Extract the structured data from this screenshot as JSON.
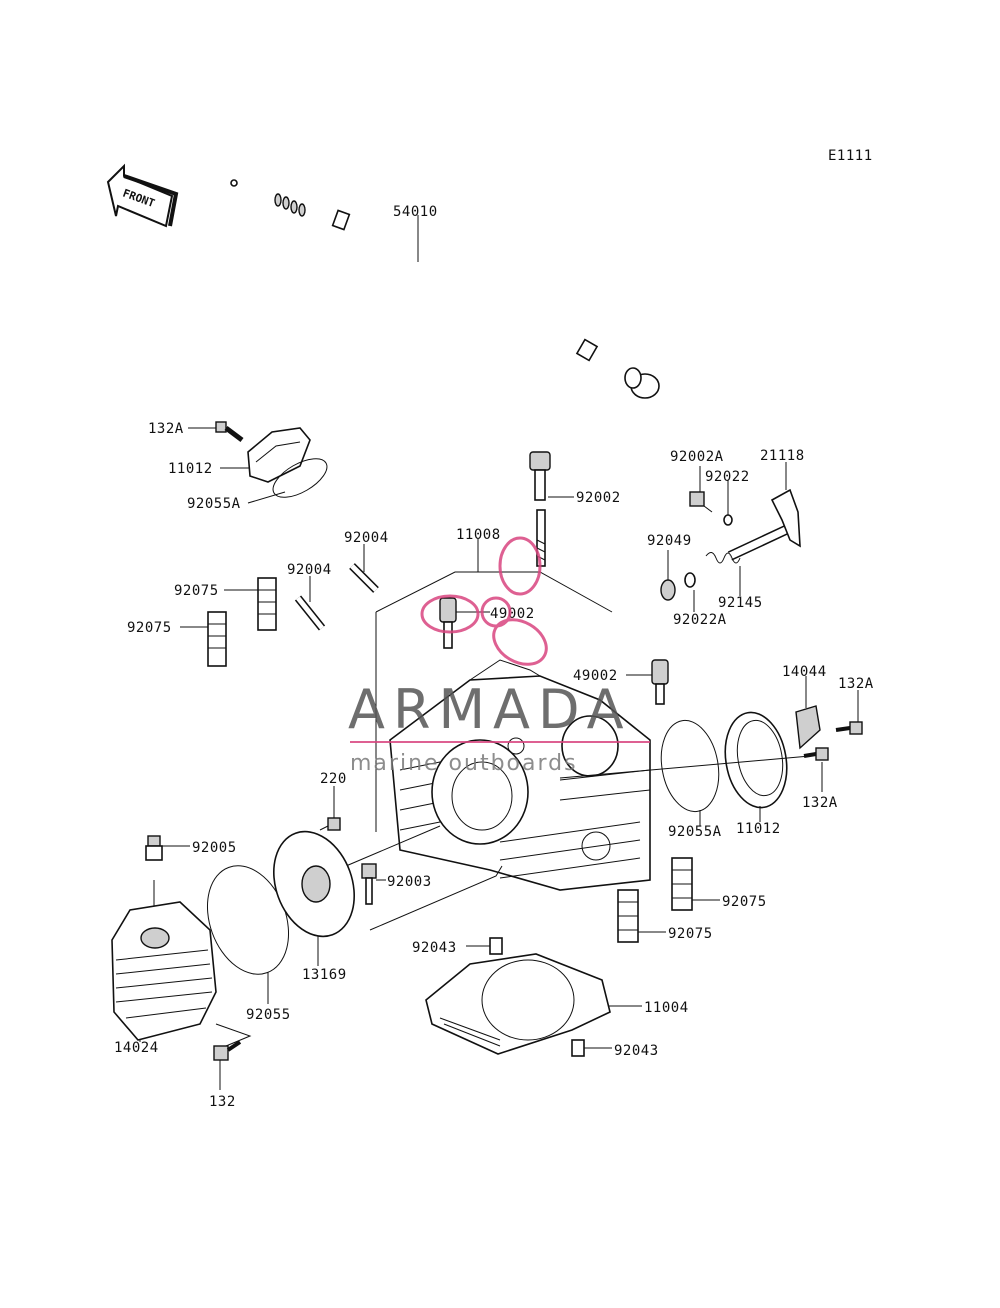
{
  "diagram_code": "E1111",
  "front_arrow": "FRONT",
  "watermark": {
    "brand": "ARMADA",
    "tagline": "marine outboards",
    "accent_color": "#d9457f"
  },
  "part_labels": {
    "p54010": "54010",
    "p132A_top": "132A",
    "p11012_top": "11012",
    "p92055A_top": "92055A",
    "p92002": "92002",
    "p92002A": "92002A",
    "p92022": "92022",
    "p21118": "21118",
    "p92004_a": "92004",
    "p11008": "11008",
    "p92049": "92049",
    "p92075_a": "92075",
    "p92004_b": "92004",
    "p49002_a": "49002",
    "p92145": "92145",
    "p92075_b": "92075",
    "p92022A": "92022A",
    "p49002_b": "49002",
    "p14044": "14044",
    "p132A_right": "132A",
    "p220": "220",
    "p132A_lower": "132A",
    "p92055A_right": "92055A",
    "p11012_right": "11012",
    "p92005": "92005",
    "p92003": "92003",
    "p92075_c": "92075",
    "p92075_d": "92075",
    "p92043_a": "92043",
    "p13169": "13169",
    "p11004": "11004",
    "p92055": "92055",
    "p14024": "14024",
    "p92043_b": "92043",
    "p132": "132"
  }
}
